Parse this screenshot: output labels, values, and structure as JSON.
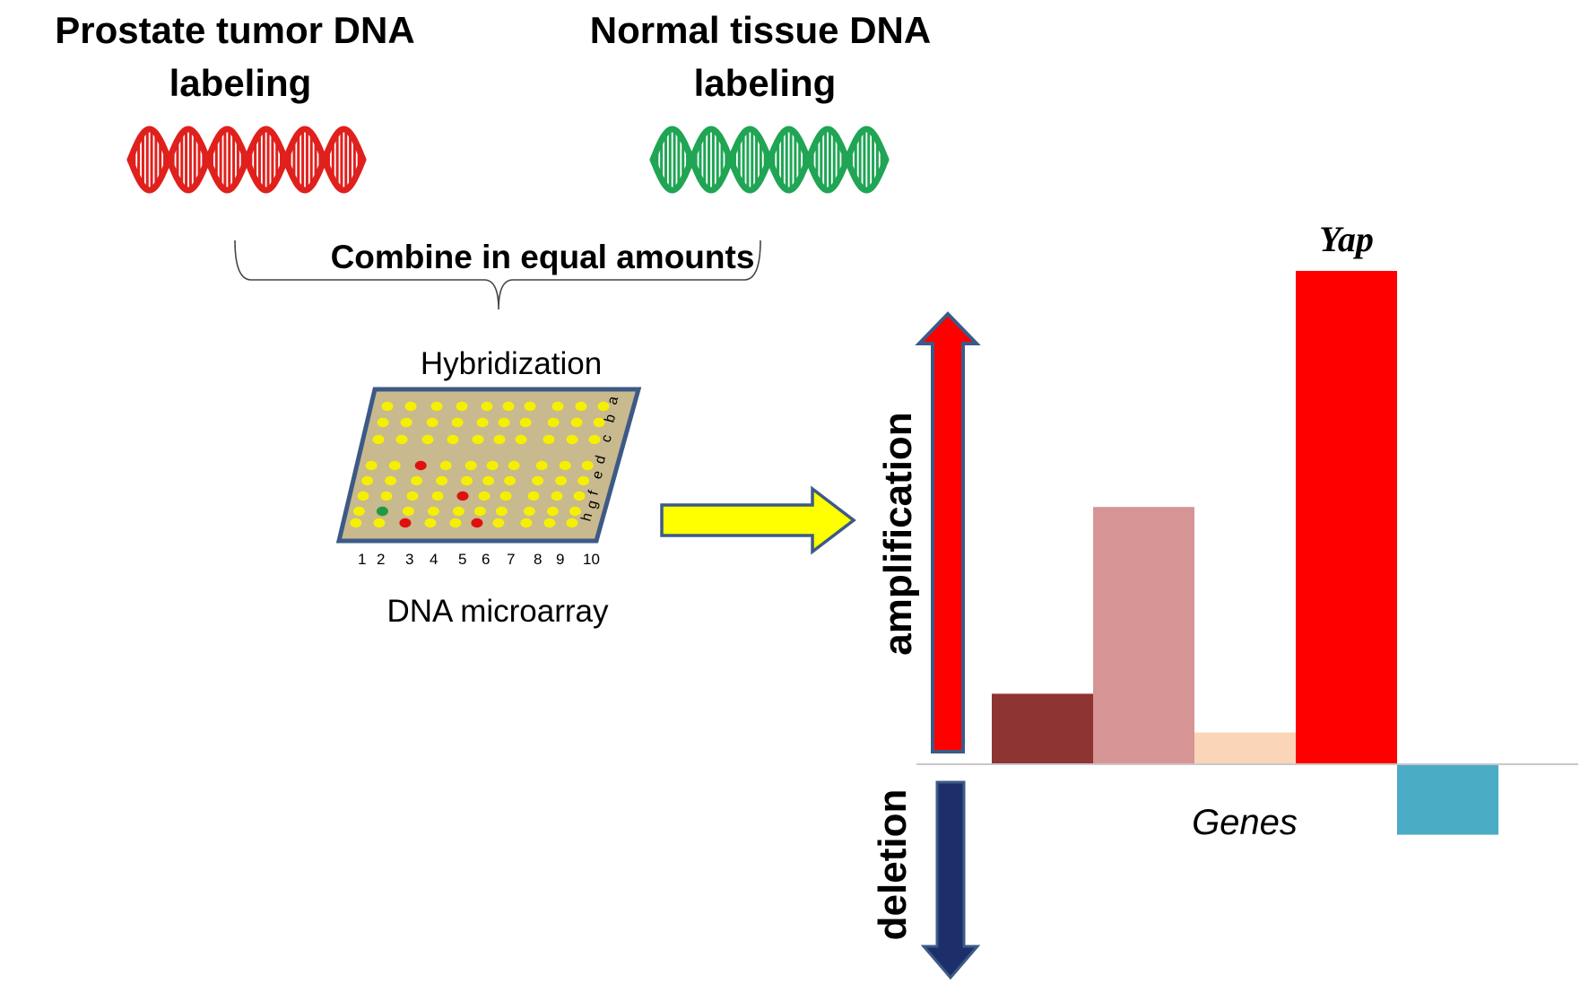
{
  "left_panel": {
    "tumor_title_line1": "Prostate tumor DNA",
    "tumor_title_line2": "labeling",
    "normal_title_line1": "Normal tissue DNA",
    "normal_title_line2": "labeling",
    "combine_label": "Combine in equal amounts",
    "hybridization_label": "Hybridization",
    "microarray_label": "DNA microarray",
    "row_letters": [
      "a",
      "b",
      "c",
      "d",
      "e",
      "f",
      "g",
      "h"
    ],
    "column_numbers": [
      "1",
      "2",
      "3",
      "4",
      "5",
      "6",
      "7",
      "8",
      "9",
      "10"
    ]
  },
  "colors": {
    "tumor_dna": "#e0201c",
    "normal_dna": "#1fa554",
    "array_fill": "#c8b98e",
    "array_border": "#3d5a86",
    "spot_yellow": "#f5f000",
    "spot_red": "#e01010",
    "spot_green": "#1f9a3e",
    "process_arrow": "#ffff00",
    "amplification_arrow": "#ff0000",
    "deletion_arrow": "#1d2f6b"
  },
  "chart_data": {
    "type": "bar",
    "title": "",
    "xlabel": "Genes",
    "ylabel_positive": "amplification",
    "ylabel_negative": "deletion",
    "annotation": "Yap",
    "ylim": [
      -2,
      14
    ],
    "grid": false,
    "legend": "none",
    "bars": [
      {
        "value": 2.0,
        "color": "#8e3433"
      },
      {
        "value": 7.3,
        "color": "#d69594"
      },
      {
        "value": 0.9,
        "color": "#fbd5b8"
      },
      {
        "value": 14.0,
        "color": "#ff0000",
        "label": "Yap"
      },
      {
        "value": -2.0,
        "color": "#4bacc6"
      }
    ]
  }
}
